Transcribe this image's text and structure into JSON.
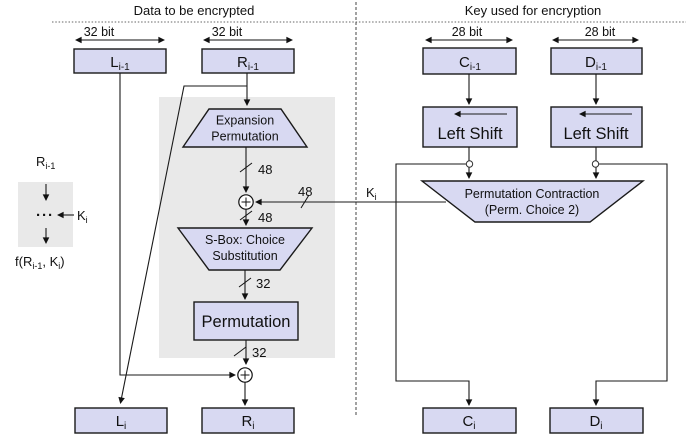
{
  "colors": {
    "box_fill": "#d8d9f2",
    "shade_fill": "#e9e9e9",
    "line": "#1a1a1a"
  },
  "headers": {
    "data_section": "Data to be encrypted",
    "key_section": "Key used for encryption"
  },
  "bus_widths": {
    "l": "32 bit",
    "r": "32 bit",
    "c": "28 bit",
    "d": "28 bit"
  },
  "registers": {
    "l_prev": {
      "main": "L",
      "sub": "i-1"
    },
    "r_prev": {
      "main": "R",
      "sub": "i-1"
    },
    "c_prev": {
      "main": "C",
      "sub": "i-1"
    },
    "d_prev": {
      "main": "D",
      "sub": "i-1"
    },
    "l_next": {
      "main": "L",
      "sub": "i"
    },
    "r_next": {
      "main": "R",
      "sub": "i"
    },
    "c_next": {
      "main": "C",
      "sub": "i"
    },
    "d_next": {
      "main": "D",
      "sub": "i"
    }
  },
  "blocks": {
    "expansion": {
      "line1": "Expansion",
      "line2": "Permutation"
    },
    "sbox": {
      "line1": "S-Box: Choice",
      "line2": "Substitution"
    },
    "permutation": "Permutation",
    "left_shift_c": "Left Shift",
    "left_shift_d": "Left Shift",
    "perm_contraction": {
      "line1": "Permutation Contraction",
      "line2": "(Perm. Choice 2)"
    }
  },
  "bus_labels": {
    "b48_expansion": "48",
    "b48_key": "48",
    "b48_sbox": "48",
    "b32_sbox": "32",
    "b32_perm": "32"
  },
  "key_label": {
    "main": "K",
    "sub": "i"
  },
  "legend": {
    "input": {
      "main": "R",
      "sub": "i-1"
    },
    "dots": "···",
    "key": {
      "main": "K",
      "sub": "i"
    },
    "output": {
      "p1": "f(R",
      "sub1": "i-1",
      "p2": ", K",
      "sub2": "i",
      "p3": ")"
    }
  }
}
